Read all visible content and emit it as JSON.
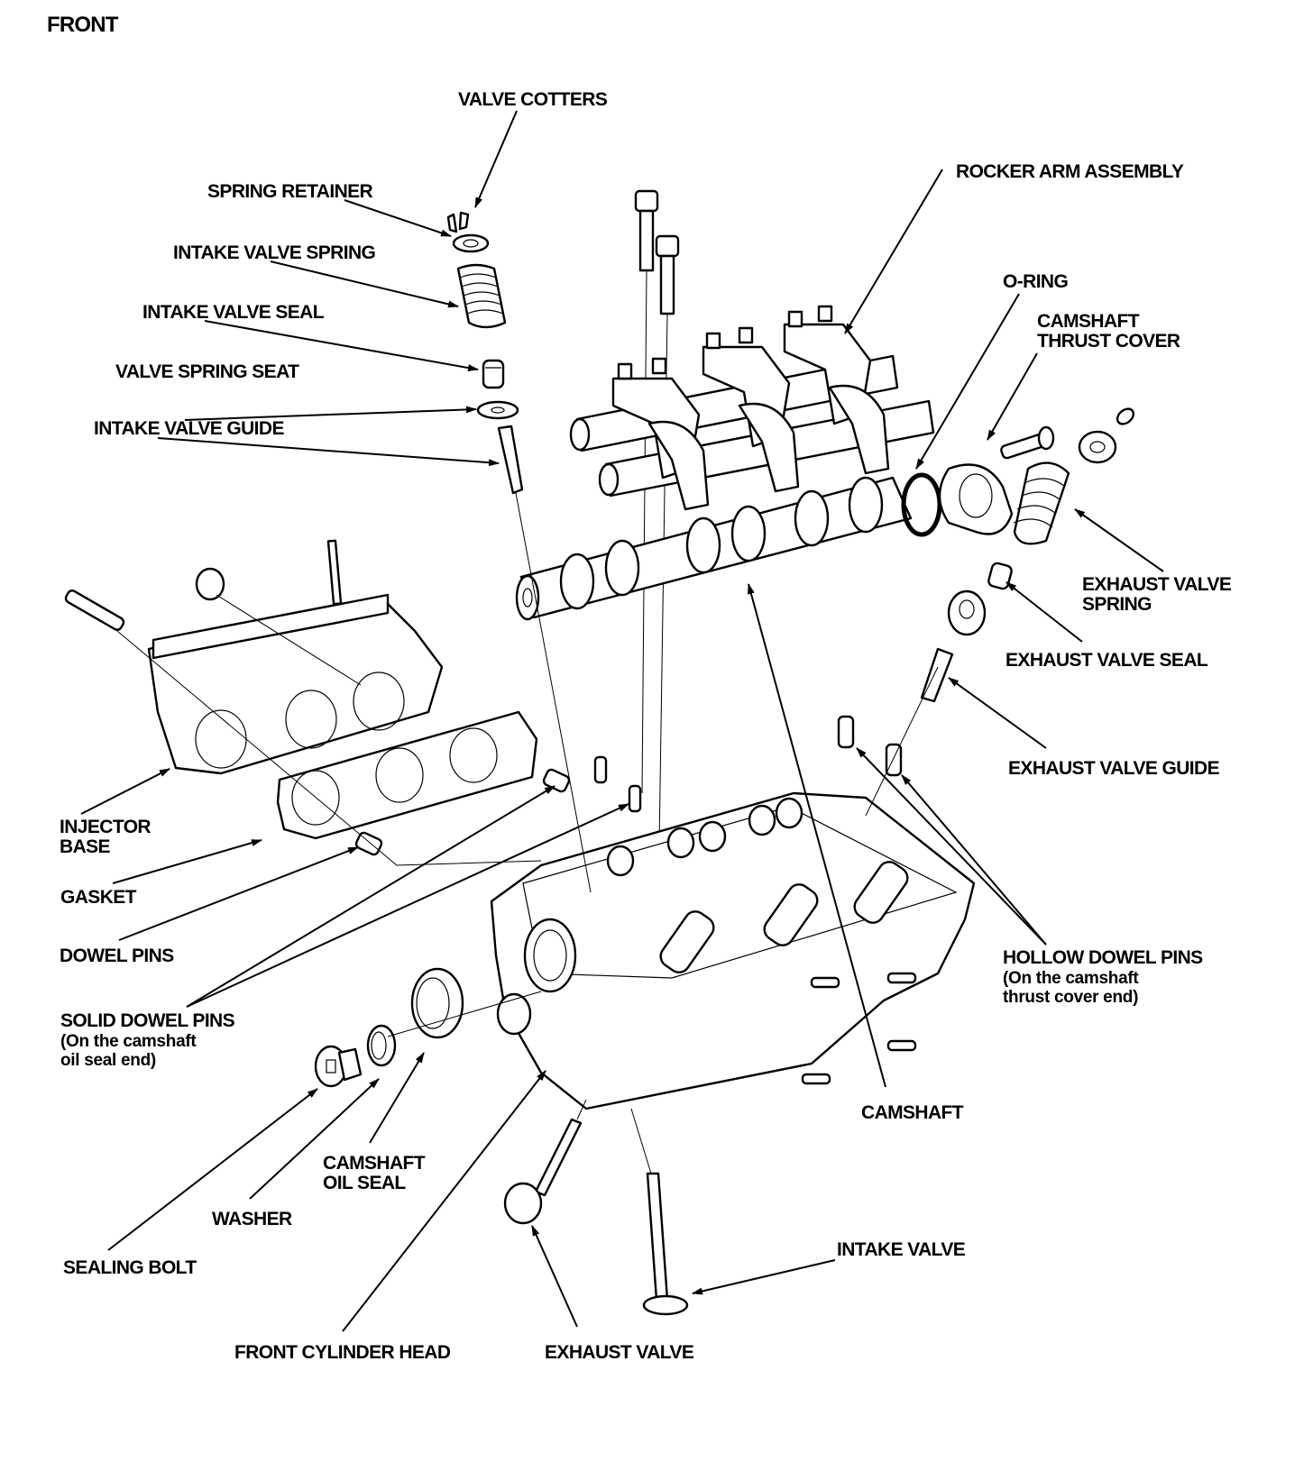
{
  "diagram": {
    "title": "FRONT",
    "subject": "Front cylinder head exploded view",
    "labels": {
      "valve_cotters": "VALVE COTTERS",
      "spring_retainer": "SPRING RETAINER",
      "intake_valve_spring": "INTAKE VALVE SPRING",
      "intake_valve_seal": "INTAKE VALVE SEAL",
      "valve_spring_seat": "VALVE SPRING SEAT",
      "intake_valve_guide": "INTAKE VALVE GUIDE",
      "rocker_arm_assembly": "ROCKER ARM ASSEMBLY",
      "o_ring": "O-RING",
      "camshaft_thrust_cover": "CAMSHAFT\nTHRUST COVER",
      "exhaust_valve_spring": "EXHAUST VALVE\nSPRING",
      "exhaust_valve_seal": "EXHAUST VALVE SEAL",
      "exhaust_valve_guide": "EXHAUST VALVE GUIDE",
      "injector_base": "INJECTOR\nBASE",
      "gasket": "GASKET",
      "dowel_pins": "DOWEL PINS",
      "solid_dowel_pins": "SOLID DOWEL PINS",
      "solid_dowel_pins_note": "(On the camshaft\noil seal end)",
      "hollow_dowel_pins": "HOLLOW DOWEL PINS",
      "hollow_dowel_pins_note": "(On the camshaft\nthrust cover end)",
      "camshaft": "CAMSHAFT",
      "camshaft_oil_seal": "CAMSHAFT\nOIL SEAL",
      "washer": "WASHER",
      "sealing_bolt": "SEALING BOLT",
      "intake_valve": "INTAKE VALVE",
      "front_cylinder_head": "FRONT CYLINDER HEAD",
      "exhaust_valve": "EXHAUST VALVE"
    }
  }
}
